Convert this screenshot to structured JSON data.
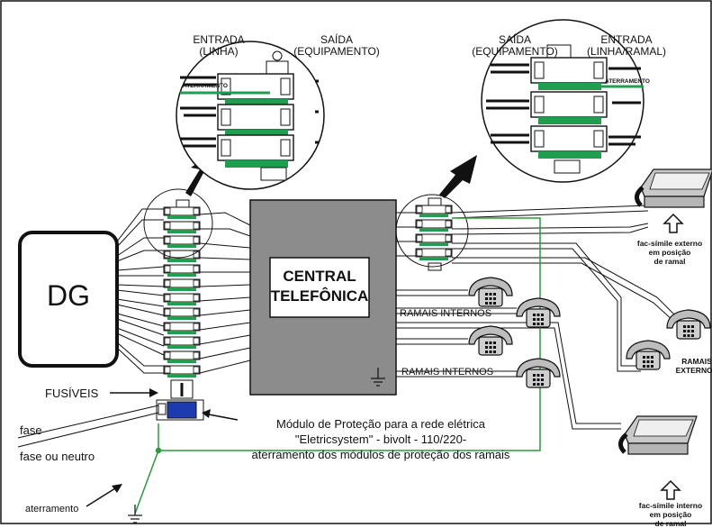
{
  "colors": {
    "ground": "#2a9a3a",
    "module_green": "#1f9e4f",
    "central_fill": "#8c8c8c",
    "module_blue": "#1d3bb0",
    "line": "#111111"
  },
  "labels": {
    "entrada_left": "ENTRADA\n(LINHA)",
    "saida_left": "SAÍDA\n(EQUIPAMENTO)",
    "aterramento_left": "ATERRAMENTO",
    "saida_right": "SAÍDA\n(EQUIPAMENTO)",
    "entrada_right": "ENTRADA\n(LINHA/RAMAL)",
    "aterramento_right": "ATERRAMENTO",
    "dg": "DG",
    "central": "CENTRAL\nTELEFÔNICA",
    "ramais_internos_1": "RAMAIS INTERNOS",
    "ramais_internos_2": "RAMAIS INTERNOS",
    "fax_externo": "fac-símile externo\nem posição\nde ramal",
    "ramais_externos": "RAMAIS\nEXTERNOS",
    "fax_interno": "fac-símile interno\nem posição\nde ramal",
    "fusiveis": "FUSÍVEIS",
    "fase": "fase",
    "fase_neutro": "fase ou neutro",
    "modulo": "Módulo de Proteção para a rede elétrica\n\"Eletricsystem\" - bivolt - 110/220-\naterramento dos módulos de proteção dos ramais",
    "aterramento_bottom": "aterramento"
  },
  "icons": [
    "telephone-icon",
    "fax-machine-icon",
    "ground-symbol-icon",
    "arrow-icon",
    "protection-module-icon"
  ]
}
